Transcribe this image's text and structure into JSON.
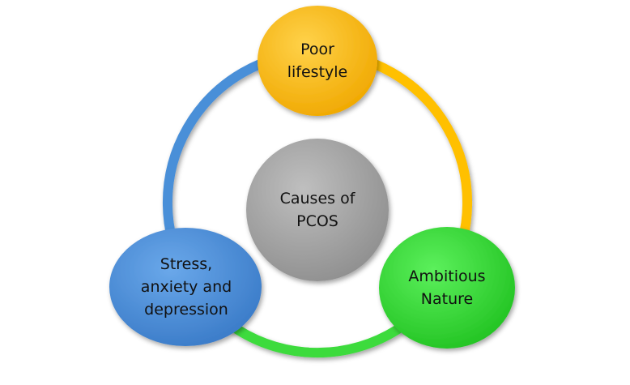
{
  "diagram": {
    "center": {
      "label": "Causes of\nPCOS",
      "color": "#a6a6a6"
    },
    "nodes": [
      {
        "id": "poor-lifestyle",
        "label": "Poor\nlifestyle",
        "color": "#ffc000"
      },
      {
        "id": "ambitious-nature",
        "label": "Ambitious\nNature",
        "color": "#3ddb3d"
      },
      {
        "id": "stress",
        "label": "Stress,\nanxiety and\ndepression",
        "color": "#4a8fd8"
      }
    ],
    "ring_arcs": [
      {
        "from": "poor-lifestyle",
        "to": "ambitious-nature",
        "color": "#ffc000"
      },
      {
        "from": "ambitious-nature",
        "to": "stress",
        "color": "#3ddb3d"
      },
      {
        "from": "stress",
        "to": "poor-lifestyle",
        "color": "#4a8fd8"
      }
    ]
  }
}
